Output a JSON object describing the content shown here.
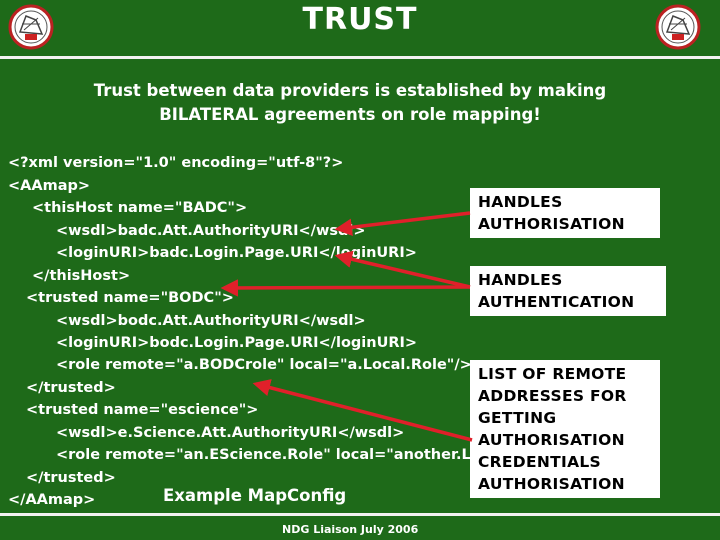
{
  "slide": {
    "title": "TRUST",
    "subtitle_line1": "Trust between data providers is established by making",
    "subtitle_line2": "BILATERAL agreements on role mapping!",
    "code_lines": [
      "<?xml version=\"1.0\" encoding=\"utf-8\"?>",
      "<AAmap>",
      "<thisHost name=\"BADC\">",
      "<wsdl>badc.Att.AuthorityURI</wsdl>",
      "<loginURI>badc.Login.Page.URI</loginURI>",
      "</thisHost>",
      "<trusted name=\"BODC\">",
      "<wsdl>bodc.Att.AuthorityURI</wsdl>",
      "<loginURI>bodc.Login.Page.URI</loginURI>",
      "<role remote=\"a.BODCrole\" local=\"a.Local.Role\"/>",
      "</trusted>",
      "<trusted name=\"escience\">",
      "<wsdl>e.Science.Att.AuthorityURI</wsdl>",
      "<role remote=\"an.EScience.Role\" local=\"another.Local.Role\"/>",
      "</trusted>",
      "</AAmap>"
    ],
    "callouts": {
      "authorisation": [
        "HANDLES",
        "AUTHORISATION"
      ],
      "authentication": [
        "HANDLES",
        "AUTHENTICATION"
      ],
      "remote": [
        "LIST OF REMOTE",
        "ADDRESSES FOR",
        "GETTING",
        "AUTHORISATION",
        "CREDENTIALS",
        "AUTHORISATION"
      ]
    },
    "caption": "Example MapConfig",
    "footer": "NDG Liaison July 2006",
    "colors": {
      "background": "#1e6a19",
      "text": "#ffffff",
      "arrow": "#e0202a",
      "callout_bg": "#ffffff"
    },
    "icons": [
      "ndg-logo-left",
      "ndg-logo-right"
    ]
  }
}
